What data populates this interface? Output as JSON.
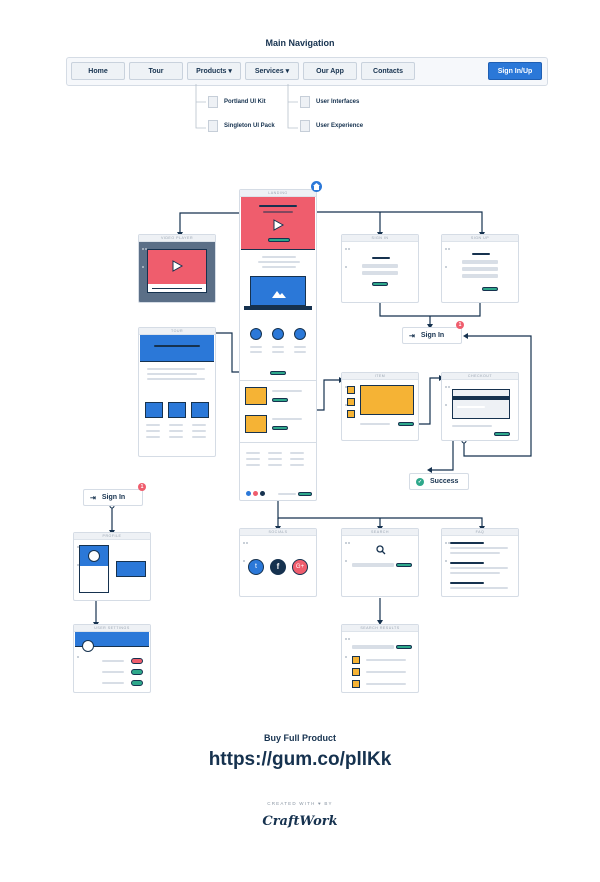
{
  "nav": {
    "title": "Main Navigation",
    "items": [
      {
        "label": "Home"
      },
      {
        "label": "Tour"
      },
      {
        "label": "Products ▾"
      },
      {
        "label": "Services ▾"
      },
      {
        "label": "Our App"
      },
      {
        "label": "Contacts"
      }
    ],
    "signin": "Sign In/Up",
    "products_sub": [
      "Portland UI Kit",
      "Singleton UI Pack"
    ],
    "services_sub": [
      "User Interfaces",
      "User Experience"
    ]
  },
  "frames": {
    "landing": "LANDING",
    "video_player": "VIDEO PLAYER",
    "sign_in": "SIGN IN",
    "sign_up": "SIGN UP",
    "tour": "TOUR",
    "item": "ITEM",
    "checkout": "CHECKOUT",
    "profile": "PROFILE",
    "user_settings": "USER SETTINGS",
    "socials": "SOCIALS",
    "search": "SEARCH",
    "faq": "FAQ",
    "search_results": "SEARCH RESULTS"
  },
  "callouts": {
    "sign_in_right": "Sign In",
    "sign_in_left": "Sign In",
    "success": "Success",
    "badge": "1"
  },
  "footer": {
    "buy_label": "Buy Full Product",
    "link": "https://gum.co/pllKk",
    "credit": "CREATED WITH ♥ BY",
    "brand": "CraftWork"
  },
  "colors": {
    "navy": "#16324f",
    "red": "#ef5d6d",
    "blue": "#2b78d8",
    "yellow": "#f5b335",
    "green": "#2ea88b"
  }
}
